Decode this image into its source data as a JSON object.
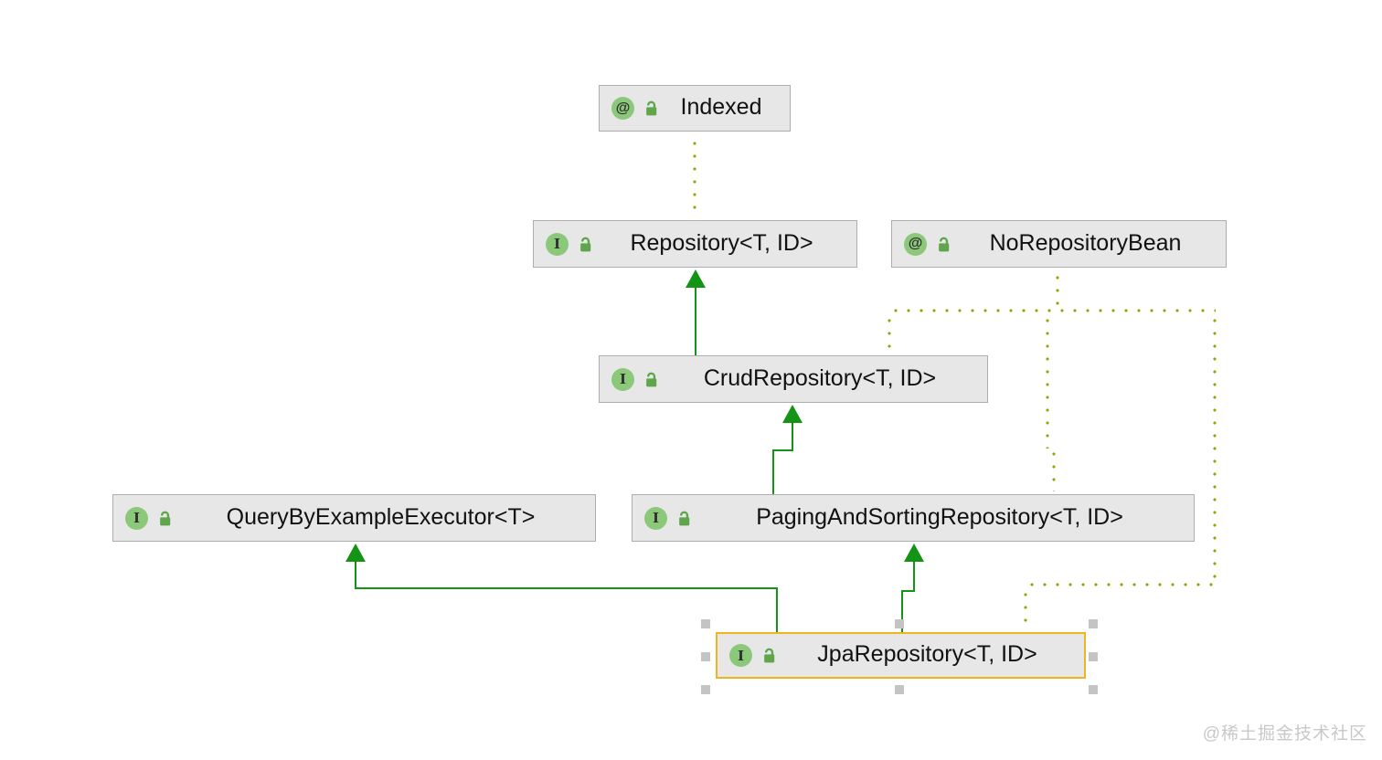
{
  "diagram": {
    "tool": "uml-class-diagram",
    "nodes": [
      {
        "id": "indexed",
        "label": "Indexed",
        "kind": "annotation",
        "icon_glyph": "@",
        "type_icon": "annotation-icon",
        "modifier_icon": "unlocked-padlock-icon",
        "selected": false
      },
      {
        "id": "repository",
        "label": "Repository<T, ID>",
        "kind": "interface",
        "icon_glyph": "I",
        "type_icon": "interface-icon",
        "modifier_icon": "unlocked-padlock-icon",
        "selected": false
      },
      {
        "id": "noRepositoryBean",
        "label": "NoRepositoryBean",
        "kind": "annotation",
        "icon_glyph": "@",
        "type_icon": "annotation-icon",
        "modifier_icon": "unlocked-padlock-icon",
        "selected": false
      },
      {
        "id": "crudRepository",
        "label": "CrudRepository<T, ID>",
        "kind": "interface",
        "icon_glyph": "I",
        "type_icon": "interface-icon",
        "modifier_icon": "unlocked-padlock-icon",
        "selected": false
      },
      {
        "id": "queryByExampleExecutor",
        "label": "QueryByExampleExecutor<T>",
        "kind": "interface",
        "icon_glyph": "I",
        "type_icon": "interface-icon",
        "modifier_icon": "unlocked-padlock-icon",
        "selected": false
      },
      {
        "id": "pagingAndSortingRepository",
        "label": "PagingAndSortingRepository<T, ID>",
        "kind": "interface",
        "icon_glyph": "I",
        "type_icon": "interface-icon",
        "modifier_icon": "unlocked-padlock-icon",
        "selected": false
      },
      {
        "id": "jpaRepository",
        "label": "JpaRepository<T, ID>",
        "kind": "interface",
        "icon_glyph": "I",
        "type_icon": "interface-icon",
        "modifier_icon": "unlocked-padlock-icon",
        "selected": true
      }
    ],
    "edges": [
      {
        "from": "CrudRepository<T, ID>",
        "to": "Repository<T, ID>",
        "type": "extends",
        "style": "solid-green-arrow"
      },
      {
        "from": "PagingAndSortingRepository<T, ID>",
        "to": "CrudRepository<T, ID>",
        "type": "extends",
        "style": "solid-green-arrow"
      },
      {
        "from": "JpaRepository<T, ID>",
        "to": "QueryByExampleExecutor<T>",
        "type": "extends",
        "style": "solid-green-arrow"
      },
      {
        "from": "JpaRepository<T, ID>",
        "to": "PagingAndSortingRepository<T, ID>",
        "type": "extends",
        "style": "solid-green-arrow"
      },
      {
        "from": "Repository<T, ID>",
        "to": "Indexed",
        "type": "annotated-with",
        "style": "dotted-olive"
      },
      {
        "from": "NoRepositoryBean",
        "to": "CrudRepository<T, ID>",
        "type": "annotated-with",
        "style": "dotted-olive"
      },
      {
        "from": "NoRepositoryBean",
        "to": "PagingAndSortingRepository<T, ID>",
        "type": "annotated-with",
        "style": "dotted-olive"
      },
      {
        "from": "NoRepositoryBean",
        "to": "JpaRepository<T, ID>",
        "type": "annotated-with",
        "style": "dotted-olive"
      }
    ],
    "colors": {
      "node_background": "#e7e7e7",
      "node_border": "#adadad",
      "selection_border": "#efb41f",
      "inheritance_line": "#149414",
      "annotation_line": "#9aa40a",
      "selection_handle": "#c4c4c4",
      "icon_circle": "#8cc87a",
      "icon_lock": "#5ea54c",
      "label_color": "#111111"
    }
  },
  "watermark": "@稀土掘金技术社区"
}
